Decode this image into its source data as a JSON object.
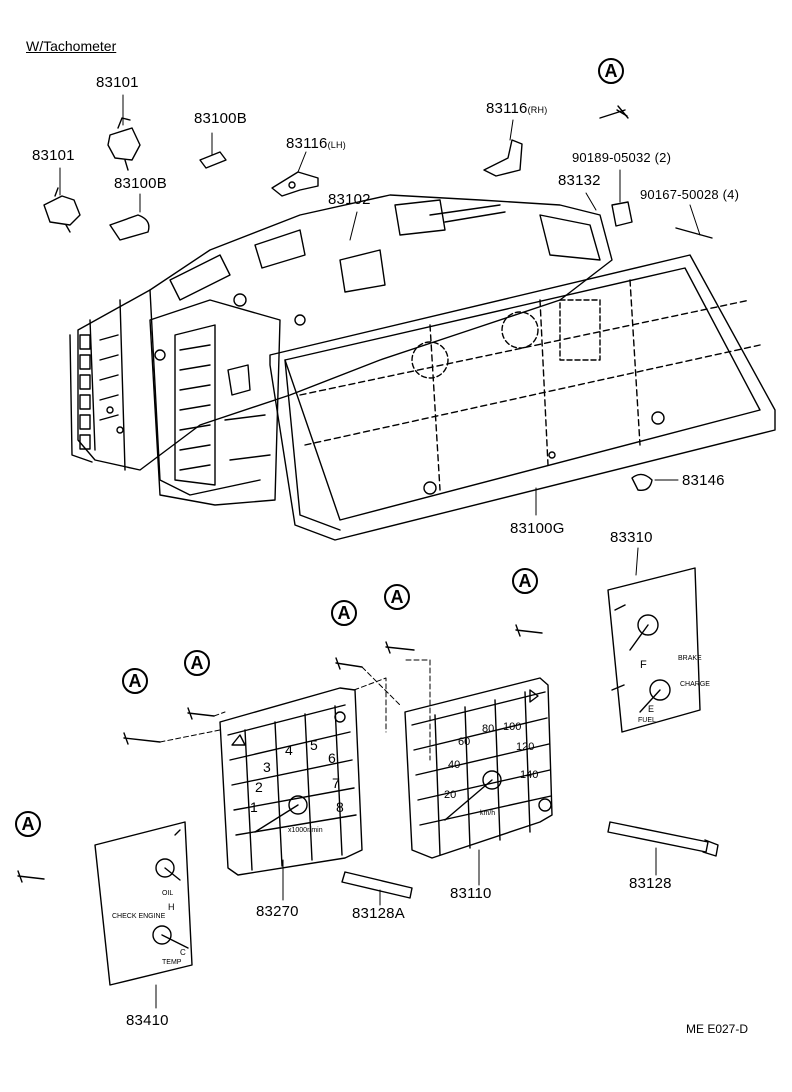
{
  "title": "W/Tachometer",
  "diagram_code": "ME E027-D",
  "callout_letter": "A",
  "parts": {
    "bulb_socket_upper": "83101",
    "bulb_socket_left": "83101",
    "bulb_upper": "83100B",
    "bulb_lower": "83100B",
    "bracket_lh": {
      "number": "83116",
      "side": "(LH)"
    },
    "bracket_rh": {
      "number": "83116",
      "side": "(RH)"
    },
    "circuit_plate": "83102",
    "retainer": "83132",
    "nut": "90189-05032 (2)",
    "screw": "90167-50028 (4)",
    "cushion": "83146",
    "lens_case": "83100G",
    "fuel_gauge": "83310",
    "speedometer": "83110",
    "tachometer": "83270",
    "shaft_short": "83128A",
    "shaft_long": "83128",
    "water_temp_gauge": "83410"
  },
  "dial_text": {
    "tach_scale": [
      "1",
      "2",
      "3",
      "4",
      "5",
      "6",
      "7",
      "8"
    ],
    "tach_unit": "x1000r/min",
    "speed_scale": [
      "20",
      "40",
      "60",
      "80",
      "100",
      "120",
      "140"
    ],
    "speed_unit": "km/h",
    "fuel_full": "F",
    "fuel_empty": "E",
    "fuel_label": "FUEL",
    "temp_cold": "C",
    "temp_hot": "H",
    "temp_label": "TEMP",
    "oil_label": "OIL",
    "check_label": "CHECK ENGINE",
    "brake_label": "BRAKE",
    "charge_label": "CHARGE"
  }
}
